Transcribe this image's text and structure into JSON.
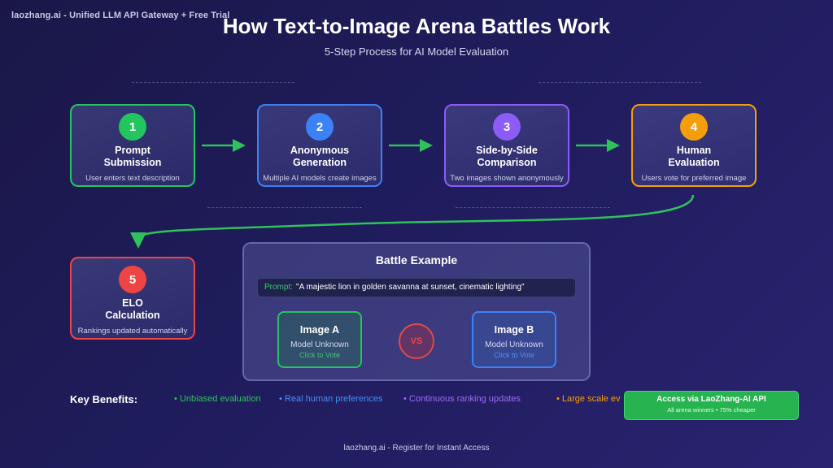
{
  "brand": "laozhang.ai - Unified LLM API Gateway + Free Trial",
  "title": "How Text-to-Image Arena Battles Work",
  "subtitle": "5-Step Process for AI Model Evaluation",
  "colors": {
    "green": "#22c55e",
    "blue": "#3b82f6",
    "purple": "#8b5cf6",
    "orange": "#f59e0b",
    "red": "#ef4444"
  },
  "steps": [
    {
      "number": "1",
      "title_line1": "Prompt",
      "title_line2": "Submission",
      "desc": "User enters text description"
    },
    {
      "number": "2",
      "title_line1": "Anonymous",
      "title_line2": "Generation",
      "desc": "Multiple AI models create images"
    },
    {
      "number": "3",
      "title_line1": "Side-by-Side",
      "title_line2": "Comparison",
      "desc": "Two images shown anonymously"
    },
    {
      "number": "4",
      "title_line1": "Human",
      "title_line2": "Evaluation",
      "desc": "Users vote for preferred image"
    },
    {
      "number": "5",
      "title_line1": "ELO",
      "title_line2": "Calculation",
      "desc": "Rankings updated automatically"
    }
  ],
  "battle": {
    "title": "Battle Example",
    "prompt_label": "Prompt:",
    "prompt_text": "\"A majestic lion in golden savanna at sunset, cinematic lighting\"",
    "image_a": {
      "title": "Image A",
      "model": "Model Unknown",
      "action": "Click to Vote"
    },
    "image_b": {
      "title": "Image B",
      "model": "Model Unknown",
      "action": "Click to Vote"
    },
    "vs": "VS"
  },
  "benefits": {
    "label": "Key Benefits:",
    "items": [
      "• Unbiased evaluation",
      "• Real human preferences",
      "• Continuous ranking updates",
      "• Large scale ev"
    ]
  },
  "access": {
    "title": "Access via LaoZhang-AI API",
    "subtitle": "All arena winners • 75% cheaper"
  },
  "footer": "laozhang.ai - Register for Instant Access"
}
